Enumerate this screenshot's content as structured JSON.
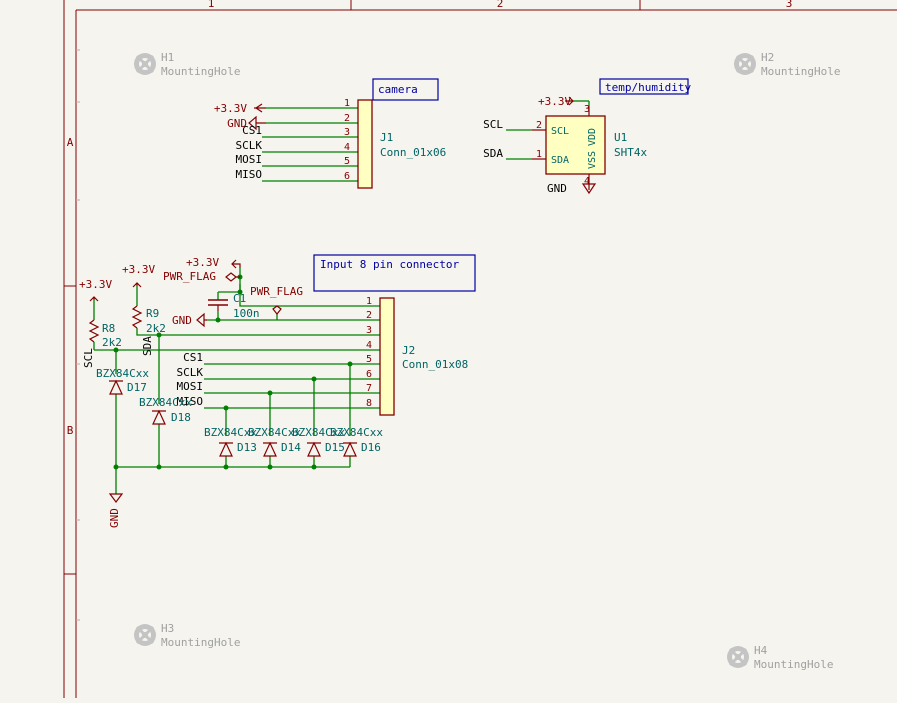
{
  "frame": {
    "col_labels": [
      "1",
      "2",
      "3"
    ],
    "row_labels": [
      "A",
      "B"
    ]
  },
  "mounting_holes": [
    {
      "ref": "H1",
      "value": "MountingHole"
    },
    {
      "ref": "H2",
      "value": "MountingHole"
    },
    {
      "ref": "H3",
      "value": "MountingHole"
    },
    {
      "ref": "H4",
      "value": "MountingHole"
    }
  ],
  "camera": {
    "title": "camera",
    "ref": "J1",
    "value": "Conn_01x06",
    "pins": [
      "1",
      "2",
      "3",
      "4",
      "5",
      "6"
    ],
    "nets": [
      "+3.3V",
      "GND",
      "CS1",
      "SCLK",
      "MOSI",
      "MISO"
    ]
  },
  "sensor": {
    "title": "temp/humidity",
    "ref": "U1",
    "value": "SHT4x",
    "power": "+3.3V",
    "ground": "GND",
    "pin_nums": [
      "3",
      "2",
      "1",
      "4"
    ],
    "pin_names": [
      "SCL",
      "SDA",
      "VDD",
      "VSS"
    ],
    "nets": [
      "SCL",
      "SDA"
    ]
  },
  "input": {
    "title": "Input 8 pin connector",
    "ref": "J2",
    "value": "Conn_01x08",
    "pins": [
      "1",
      "2",
      "3",
      "4",
      "5",
      "6",
      "7",
      "8"
    ],
    "nets": [
      "CS1",
      "SCLK",
      "MOSI",
      "MISO",
      "SCL",
      "SDA"
    ],
    "pwr_flag": "PWR_FLAG",
    "power_labels": [
      "+3.3V",
      "+3.3V",
      "+3.3V"
    ],
    "gnd_labels": [
      "GND",
      "GND"
    ],
    "cap": {
      "ref": "C1",
      "value": "100n"
    },
    "resistors": [
      {
        "ref": "R8",
        "value": "2k2"
      },
      {
        "ref": "R9",
        "value": "2k2"
      }
    ],
    "diodes": [
      {
        "ref": "D17",
        "value": "BZX84Cxx"
      },
      {
        "ref": "D18",
        "value": "BZX84Cxx"
      },
      {
        "ref": "D13",
        "value": "BZX84Cxx"
      },
      {
        "ref": "D14",
        "value": "BZX84Cxx"
      },
      {
        "ref": "D15",
        "value": "BZX84Cxx"
      },
      {
        "ref": "D16",
        "value": "BZX84Cxx"
      }
    ]
  }
}
